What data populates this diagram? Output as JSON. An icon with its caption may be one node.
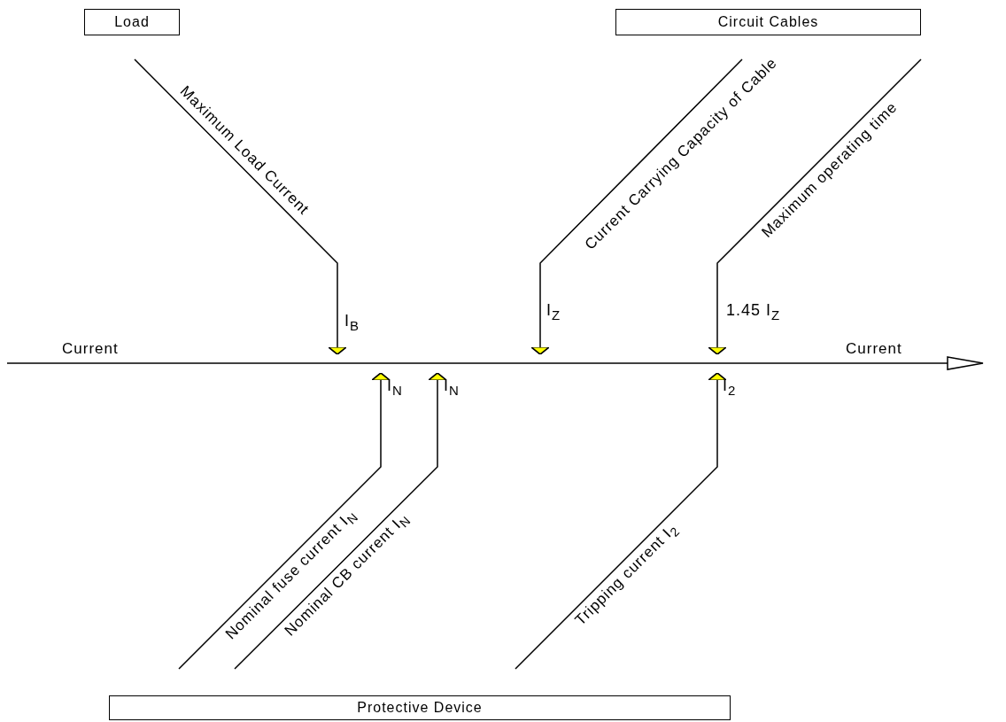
{
  "diagram": {
    "nodes": [
      {
        "text": [
          "Load"
        ]
      },
      {
        "text": [
          "Circuit Cables"
        ]
      },
      {
        "text": [
          "Protective Device"
        ]
      },
      {
        "text": [
          "Maximum Load Current"
        ]
      },
      {
        "text": [
          "Current Carrying Capacity of Cable"
        ]
      },
      {
        "text": [
          "Maximum operating time"
        ]
      },
      {
        "text": [
          "Nominal fuse current I$_{N}$"
        ]
      },
      {
        "text": [
          "Nominal CB current I$_{N}$"
        ]
      },
      {
        "text": [
          "Tripping current I$_{2}$"
        ]
      }
    ],
    "edges": [
      {
        "from": 3,
        "to": null,
        "arrow": "to",
        "label": "I$_{B}$"
      },
      {
        "from": 4,
        "to": null,
        "arrow": "to",
        "label": "I$_{Z}$"
      },
      {
        "from": 5,
        "to": null,
        "arrow": "to",
        "label": "1.45 I$_{Z}$"
      },
      {
        "from": 6,
        "to": null,
        "arrow": "to",
        "label": "I$_{N}$"
      },
      {
        "from": 7,
        "to": null,
        "arrow": "to",
        "label": "I$_{N}$"
      },
      {
        "from": 8,
        "to": null,
        "arrow": "to",
        "label": "I$_{2}$"
      }
    ],
    "labels": [
      "Current",
      "Current"
    ]
  }
}
